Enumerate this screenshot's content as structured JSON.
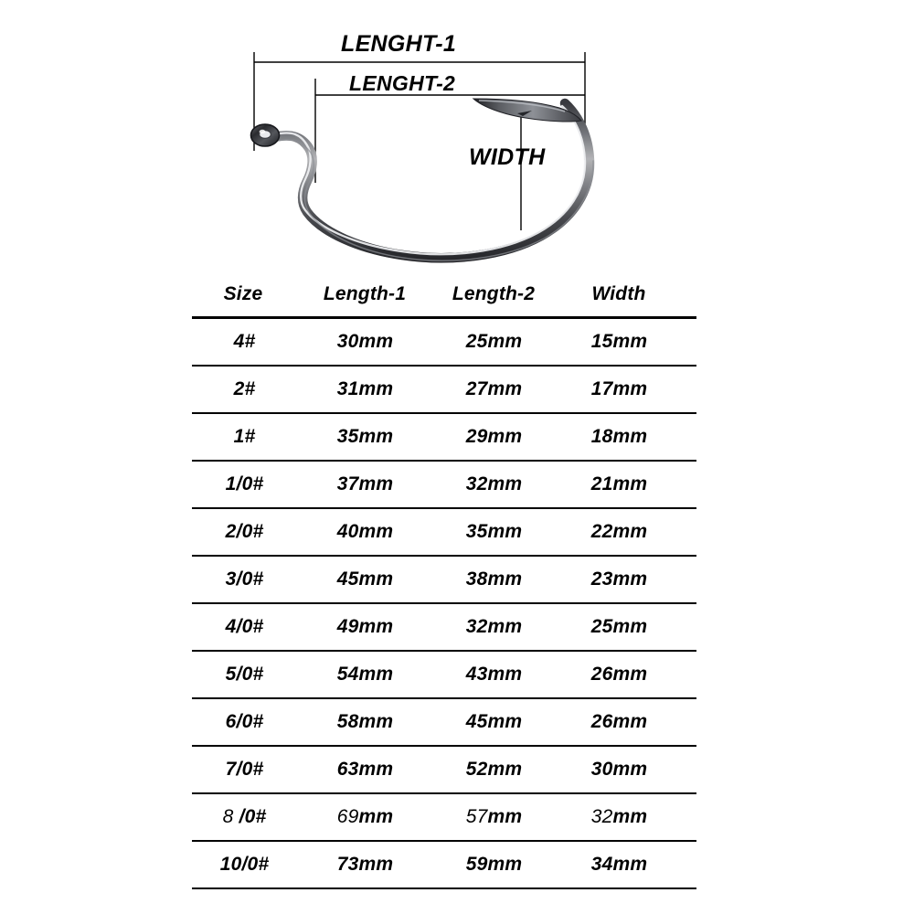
{
  "diagram": {
    "title_alt": "fishing-hook-dimension-diagram",
    "labels": {
      "length1": "LENGHT-1",
      "length2": "LENGHT-2",
      "width": "WIDTH"
    },
    "colors": {
      "metal_dark": "#2f2f33",
      "metal_mid": "#6e7075",
      "metal_light": "#d9dade",
      "metal_highlight": "#f2f3f5",
      "line": "#000000"
    }
  },
  "table": {
    "columns": [
      "Size",
      "Length-1",
      "Length-2",
      "Width"
    ],
    "rows": [
      {
        "size": "4#",
        "length1": "30mm",
        "length2": "25mm",
        "width": "15mm",
        "light": false
      },
      {
        "size": "2#",
        "length1": "31mm",
        "length2": "27mm",
        "width": "17mm",
        "light": false
      },
      {
        "size": "1#",
        "length1": "35mm",
        "length2": "29mm",
        "width": "18mm",
        "light": false
      },
      {
        "size": "1/0#",
        "length1": "37mm",
        "length2": "32mm",
        "width": "21mm",
        "light": false
      },
      {
        "size": "2/0#",
        "length1": "40mm",
        "length2": "35mm",
        "width": "22mm",
        "light": false
      },
      {
        "size": "3/0#",
        "length1": "45mm",
        "length2": "38mm",
        "width": "23mm",
        "light": false
      },
      {
        "size": "4/0#",
        "length1": "49mm",
        "length2": "32mm",
        "width": "25mm",
        "light": false
      },
      {
        "size": "5/0#",
        "length1": "54mm",
        "length2": "43mm",
        "width": "26mm",
        "light": false
      },
      {
        "size": "6/0#",
        "length1": "58mm",
        "length2": "45mm",
        "width": "26mm",
        "light": false
      },
      {
        "size": "7/0#",
        "length1": "63mm",
        "length2": "52mm",
        "width": "30mm",
        "light": false
      },
      {
        "size": "8 /0#",
        "length1": "69mm",
        "length2": "57mm",
        "width": "32mm",
        "light": true
      },
      {
        "size": "10/0#",
        "length1": "73mm",
        "length2": "59mm",
        "width": "34mm",
        "light": false
      }
    ]
  }
}
